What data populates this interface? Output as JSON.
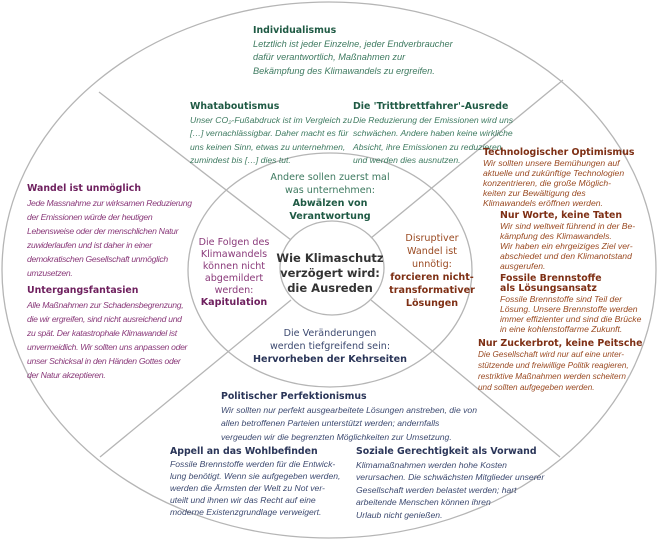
{
  "title": [
    "Wie Klimaschutz",
    "verzögert wird:",
    "die Ausreden"
  ],
  "colors": {
    "green": "#1f5a44",
    "purple": "#6e1f5e",
    "brown": "#7e2f14",
    "navy": "#2a3558",
    "lines": "#b5b5b5"
  },
  "inner_ring": {
    "top": {
      "normal": [
        "Andere sollen zuerst mal",
        "was unternehmen:"
      ],
      "bold": [
        "Abwälzen von",
        "Verantwortung"
      ]
    },
    "left": {
      "normal": [
        "Die Folgen des",
        "Klimawandels",
        "können nicht",
        "abgemildert",
        "werden:"
      ],
      "bold": [
        "Kapitulation"
      ]
    },
    "right": {
      "normal": [
        "Disruptiver",
        "Wandel ist",
        "unnötig:"
      ],
      "bold": [
        "forcieren nicht-",
        "transformativer",
        "Lösungen"
      ]
    },
    "bottom": {
      "normal": [
        "Die Veränderungen",
        "werden tiefgreifend sein:"
      ],
      "bold": [
        "Hervorheben der Kehrseiten"
      ]
    }
  },
  "outer": {
    "individualismus": {
      "title": "Individualismus",
      "lines": [
        "Letztlich ist jeder Einzelne, jeder Endverbraucher",
        "dafür verantwortlich, Maßnahmen zur",
        "Bekämpfung des Klimawandels zu ergreifen."
      ]
    },
    "whataboutismus": {
      "title": "Whataboutismus",
      "lines": [
        "Unser CO₂-Fußabdruck ist  im Vergleich zu",
        "[…] vernachlässigbar. Daher macht es für",
        "uns keinen Sinn, etwas zu unternehmen,",
        "zumindest bis […] dies tut."
      ]
    },
    "trittbrettfahrer": {
      "title": "Die 'Trittbrettfahrer'-Ausrede",
      "lines": [
        "Die Reduzierung der Emissionen wird uns",
        "schwächen. Andere haben keine wirkliche",
        "Absicht, ihre Emissionen zu reduzieren,",
        "und werden dies ausnutzen."
      ]
    },
    "technologischer_optimismus": {
      "title": "Technologischer Optimismus",
      "lines": [
        "Wir sollten unsere Bemühungen auf",
        "aktuelle und zukünftige Technologien",
        "konzentrieren, die große Möglich-",
        "keiten zur Bewältigung des",
        "Klimawandels eröffnen werden."
      ]
    },
    "nur_worte": {
      "title": "Nur Worte, keine Taten",
      "lines": [
        "Wir sind weltweit führend in der Be-",
        "kämpfung des Klimawandels.",
        "Wir haben ein ehrgeiziges Ziel ver-",
        "abschiedet und den Klimanotstand",
        "ausgerufen."
      ]
    },
    "fossile": {
      "title": "Fossile Brennstoffe",
      "title2": "als Lösungsansatz",
      "lines": [
        "Fossile Brennstoffe sind Teil der",
        "Lösung. Unsere Brennstoffe werden",
        "immer effizienter und sind die Brücke",
        "in eine kohlenstoffarme Zukunft."
      ]
    },
    "zuckerbrot": {
      "title": "Nur Zuckerbrot, keine Peitsche",
      "lines": [
        "Die Gesellschaft wird nur auf eine unter-",
        "stützende und freiwillige Politik reagieren,",
        "restriktive Maßnahmen werden scheitern",
        "und sollten aufgegeben werden."
      ]
    },
    "wandel_unmoeglich": {
      "title": "Wandel ist unmöglich",
      "lines": [
        "Jede Massnahme zur wirksamen Reduzierung",
        "der Emissionen würde der heutigen",
        "Lebensweise oder der menschlichen Natur",
        "zuwiderlaufen und ist daher in einer",
        "demokratischen Gesellschaft unmöglich",
        "umzusetzen."
      ]
    },
    "untergang": {
      "title": "Untergangsfantasien",
      "lines": [
        "Alle Maßnahmen zur Schadensbegrenzung,",
        "die wir ergreifen, sind nicht ausreichend und",
        "zu spät. Der katastrophale Klimawandel ist",
        "unvermeidlich. Wir sollten uns anpassen oder",
        "unser Schicksal in den Händen Gottes oder",
        "der Natur akzeptieren."
      ]
    },
    "perfektionismus": {
      "title": "Politischer Perfektionismus",
      "lines": [
        "Wir sollten nur perfekt ausgearbeitete Lösungen anstreben, die von",
        "allen betroffenen Parteien unterstützt werden; andernfalls",
        "vergeuden wir die begrenzten Möglichkeiten zur Umsetzung."
      ]
    },
    "wohlbefinden": {
      "title": "Appell an das Wohlbefinden",
      "lines": [
        "Fossile Brennstoffe werden für die Entwick-",
        "lung benötigt. Wenn sie aufgegeben werden,",
        "werden die Ärmsten der Welt zu Not ver-",
        "uteilt und ihnen wir das Recht auf eine",
        "moderne Existenzgrundlage verweigert."
      ]
    },
    "gerechtigkeit": {
      "title": "Soziale Gerechtigkeit als Vorwand",
      "lines": [
        "Klimamaßnahmen werden hohe Kosten",
        "verursachen. Die schwächsten Mitglieder unserer",
        "Gesellschaft werden belastet werden; hart",
        "arbeitende Menschen können ihren",
        "Urlaub nicht genießen."
      ]
    }
  }
}
